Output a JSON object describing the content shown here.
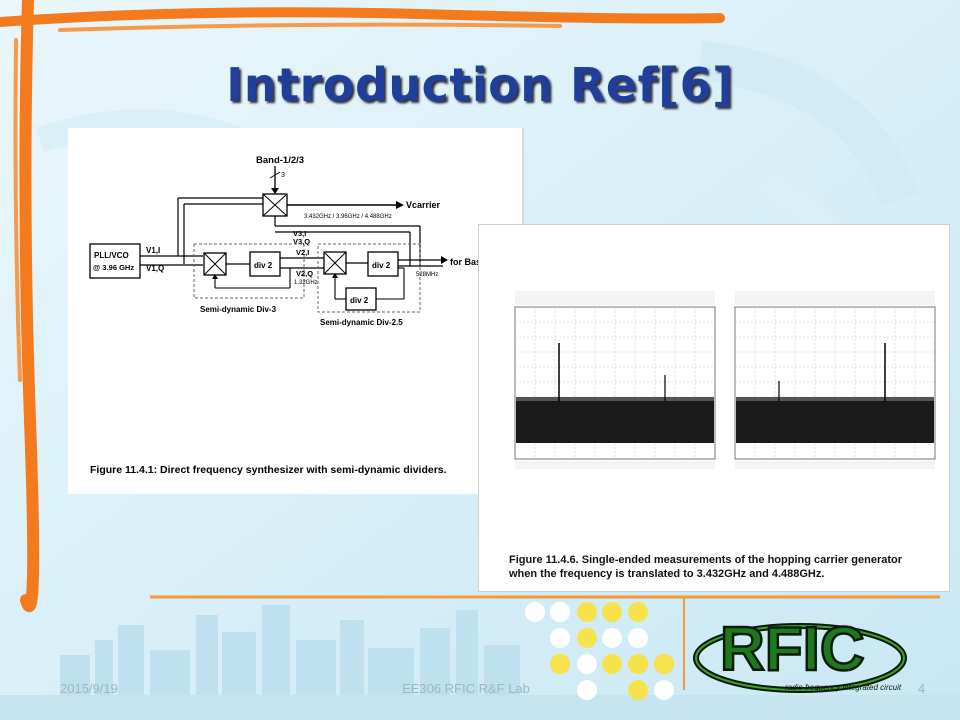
{
  "slide": {
    "title": "Introduction Ref[6]",
    "footer_date": "2015/9/19",
    "footer_lab": "EE306 RFIC R&F Lab",
    "page_number": "4",
    "logo_text": "RFIC"
  },
  "figure1": {
    "caption": "Figure 11.4.1: Direct frequency synthesizer with semi-dynamic dividers.",
    "labels": {
      "band": "Band-1/2/3",
      "band_bits": "3",
      "pll": "PLL/VCO",
      "pll_freq": "@ 3.96 GHz",
      "v1i": "V1,I",
      "v1q": "V1,Q",
      "v2i": "V2,I",
      "v2q": "V2,Q",
      "v3i": "V3,I",
      "v3q": "V3,Q",
      "vcarrier": "Vcarrier",
      "freqs": "3.432GHz / 3.96GHz / 4.488GHz",
      "div2": "div 2",
      "f132": "1.32GHz",
      "f528": "528MHz",
      "for_base": "for Bas",
      "sd3": "Semi-dynamic Div-3",
      "sd25": "Semi-dynamic Div-2.5"
    }
  },
  "figure2": {
    "caption_line1": "Figure 11.4.6. Single-ended measurements of the hopping carrier generator",
    "caption_line2": "when the frequency is translated to 3.432GHz and 4.488GHz."
  }
}
